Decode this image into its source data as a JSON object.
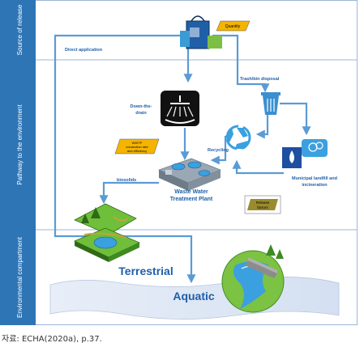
{
  "sections": {
    "source": "Source of release",
    "pathway": "Pathway to the environment",
    "compartment": "Environmental compartment"
  },
  "labels": {
    "direct_application": "Direct application",
    "quantity": "Quantity",
    "trash_disposal": "Trash/bin disposal",
    "down_the_drain_1": "Down-the-",
    "down_the_drain_2": "drain",
    "wwtp_note_1": "WWTP",
    "wwtp_note_2": "connection rate",
    "wwtp_note_3": "and efficiency",
    "recycling": "Recycling",
    "municipal_1": "Municipal landfill and",
    "municipal_2": "incineration",
    "biosolids": "biosolids",
    "wwtp_1": "Waste Water",
    "wwtp_2": "Treatment Plant",
    "release_factors_1": "Release",
    "release_factors_2": "factors",
    "terrestrial": "Terrestrial",
    "aquatic": "Aquatic"
  },
  "caption": "자료: ECHA(2020a), p.37.",
  "colors": {
    "band": "#2e75b6",
    "arrow": "#5b9bd5",
    "note_fill": "#f4b400",
    "release_fill": "#9a8b2e",
    "terrestrial_text": "#1f5fa8",
    "aquatic_text": "#1f5fa8"
  }
}
